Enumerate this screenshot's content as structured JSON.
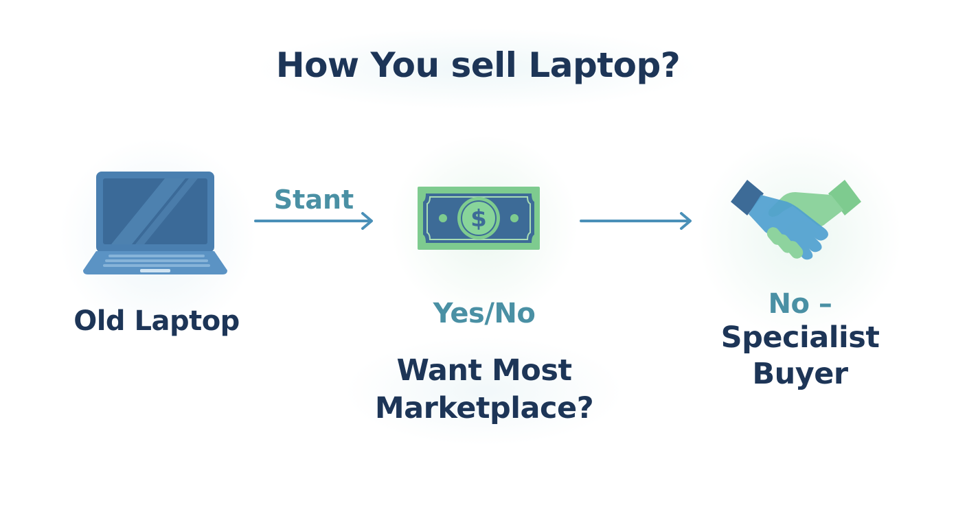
{
  "title": "How You sell Laptop?",
  "nodes": {
    "old_laptop": "Old Laptop",
    "start": "Stant",
    "decision_answer": "Yes/No",
    "decision_question_line1": "Want Most",
    "decision_question_line2": "Marketplace?",
    "outcome_prefix": "No –",
    "outcome_line1": "Specialist",
    "outcome_line2": "Buyer"
  },
  "icons": {
    "laptop": "laptop-icon",
    "money": "dollar-bill-icon",
    "handshake": "handshake-icon"
  },
  "colors": {
    "title_text": "#1d3557",
    "label_text": "#1d3557",
    "accent_teal": "#4a90a4",
    "laptop_blue": "#4a7fb0",
    "money_green": "#7ecb8f",
    "arrow": "#4a90b8"
  }
}
